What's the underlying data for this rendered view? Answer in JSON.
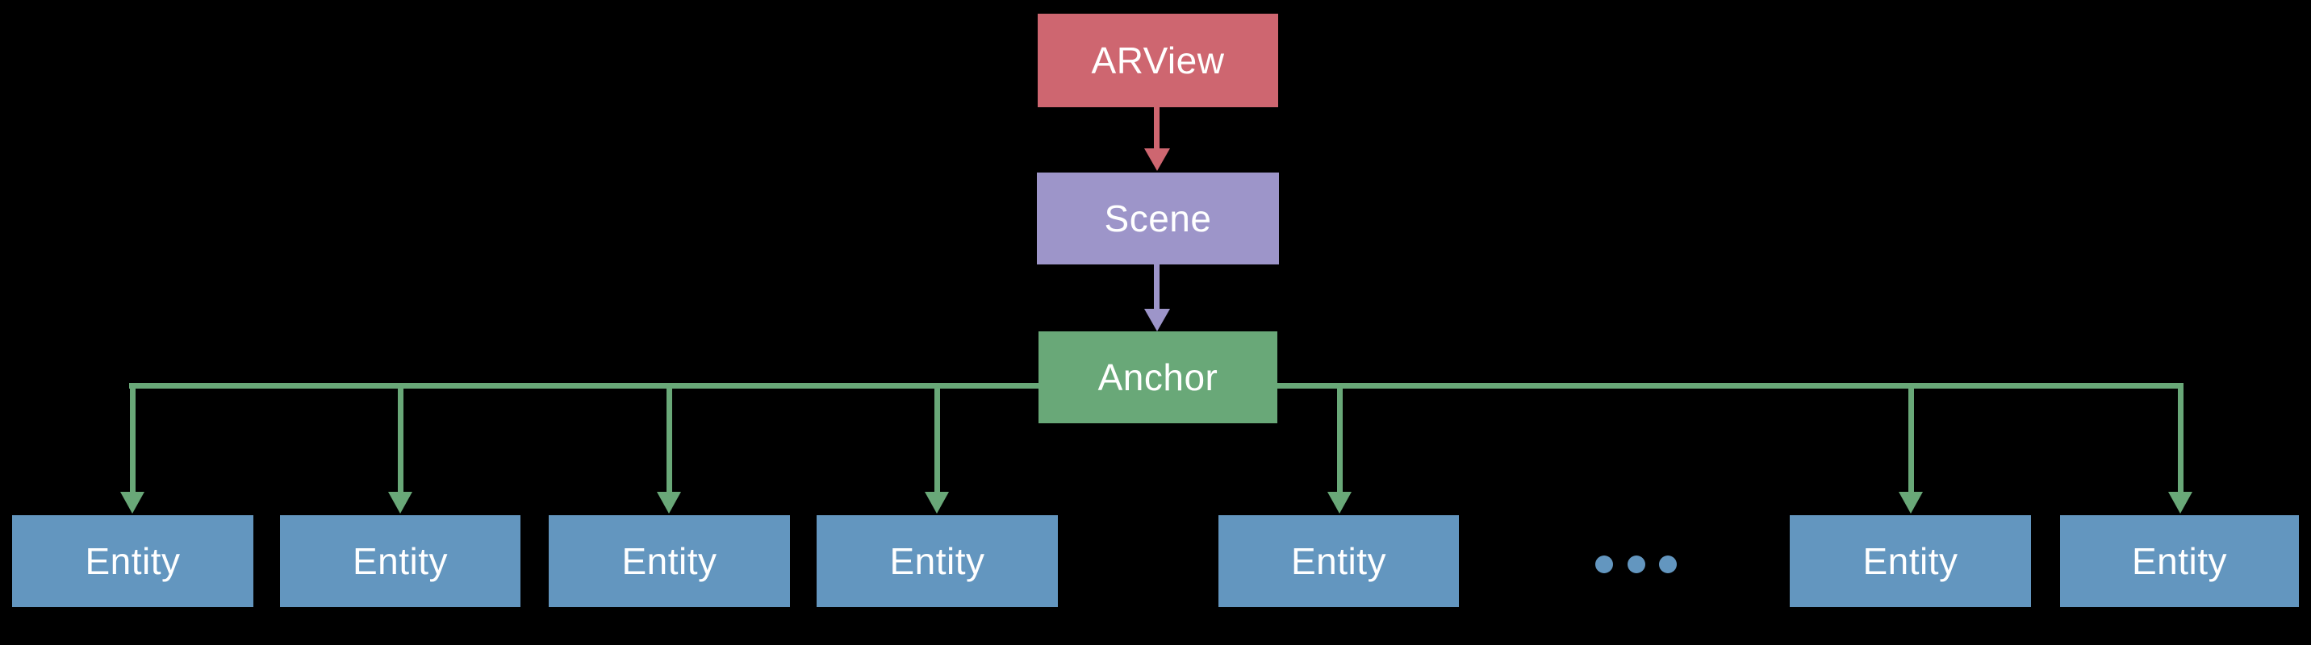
{
  "colors": {
    "background": "#000000",
    "text": "#ffffff",
    "arview-red": "#ce6670",
    "scene-purple": "#9d95c9",
    "anchor-green": "#69a878",
    "entity-blue": "#6396bf"
  },
  "hierarchy": {
    "root": {
      "label": "ARView"
    },
    "scene": {
      "label": "Scene"
    },
    "anchor": {
      "label": "Anchor"
    },
    "entities": [
      {
        "label": "Entity"
      },
      {
        "label": "Entity"
      },
      {
        "label": "Entity"
      },
      {
        "label": "Entity"
      },
      {
        "label": "Entity"
      },
      {
        "label": "Entity"
      },
      {
        "label": "Entity"
      }
    ],
    "ellipsis_dots": 3
  },
  "edges": [
    {
      "from": "ARView",
      "to": "Scene"
    },
    {
      "from": "Scene",
      "to": "Anchor"
    },
    {
      "from": "Anchor",
      "to": "Entity",
      "count": 7
    }
  ]
}
